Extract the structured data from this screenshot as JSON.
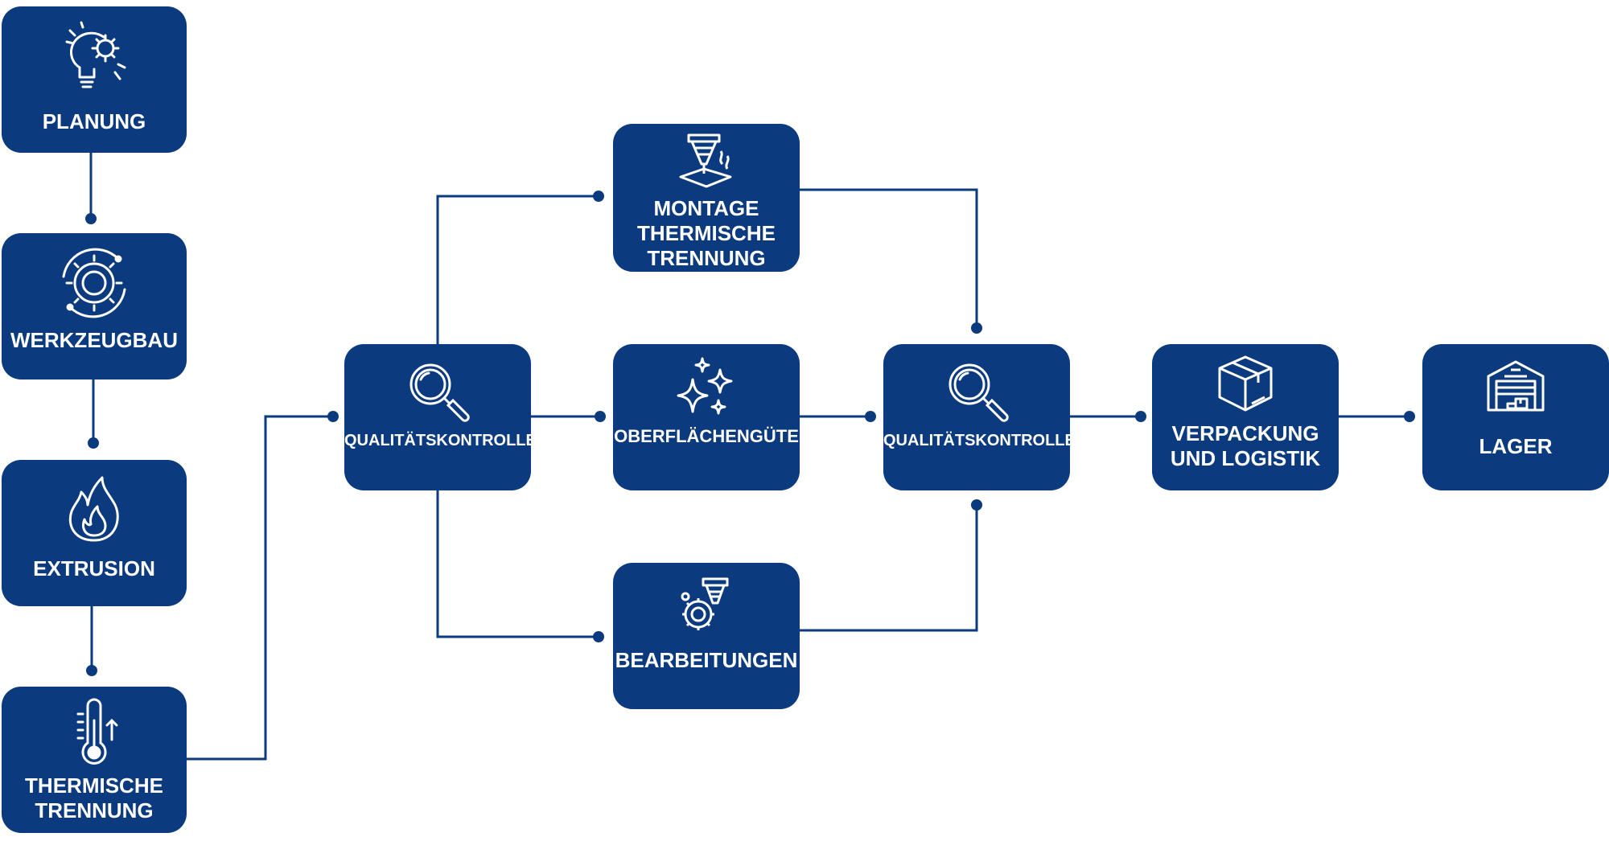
{
  "colors": {
    "box": "#0b3a7e",
    "line": "#0b3a7e",
    "text": "#ffffff"
  },
  "nodes": {
    "planung": {
      "label": "PLANUNG",
      "icon": "lightbulb-gear-icon"
    },
    "werkzeugbau": {
      "label": "WERKZEUGBAU",
      "icon": "gear-cycle-icon"
    },
    "extrusion": {
      "label": "EXTRUSION",
      "icon": "flame-icon"
    },
    "thermisch": {
      "label": "THERMISCHE\nTRENNUNG",
      "icon": "thermometer-icon"
    },
    "qk1": {
      "label": "QUALITÄTSKONTROLLE",
      "icon": "magnifier-icon"
    },
    "montage": {
      "label": "MONTAGE\nTHERMISCHE\nTRENNUNG",
      "icon": "laser-cutter-icon"
    },
    "oberflaeche": {
      "label": "OBERFLÄCHENGÜTE",
      "icon": "sparkles-icon"
    },
    "bearbeitungen": {
      "label": "BEARBEITUNGEN",
      "icon": "drill-gear-icon"
    },
    "qk2": {
      "label": "QUALITÄTSKONTROLLE",
      "icon": "magnifier-icon"
    },
    "verpackung": {
      "label": "VERPACKUNG\nUND LOGISTIK",
      "icon": "box-icon"
    },
    "lager": {
      "label": "LAGER",
      "icon": "warehouse-icon"
    }
  },
  "edges": [
    [
      "planung",
      "werkzeugbau"
    ],
    [
      "werkzeugbau",
      "extrusion"
    ],
    [
      "extrusion",
      "thermisch"
    ],
    [
      "thermisch",
      "qk1"
    ],
    [
      "qk1",
      "montage"
    ],
    [
      "qk1",
      "oberflaeche"
    ],
    [
      "qk1",
      "bearbeitungen"
    ],
    [
      "montage",
      "qk2"
    ],
    [
      "oberflaeche",
      "qk2"
    ],
    [
      "bearbeitungen",
      "qk2"
    ],
    [
      "qk2",
      "verpackung"
    ],
    [
      "verpackung",
      "lager"
    ]
  ]
}
